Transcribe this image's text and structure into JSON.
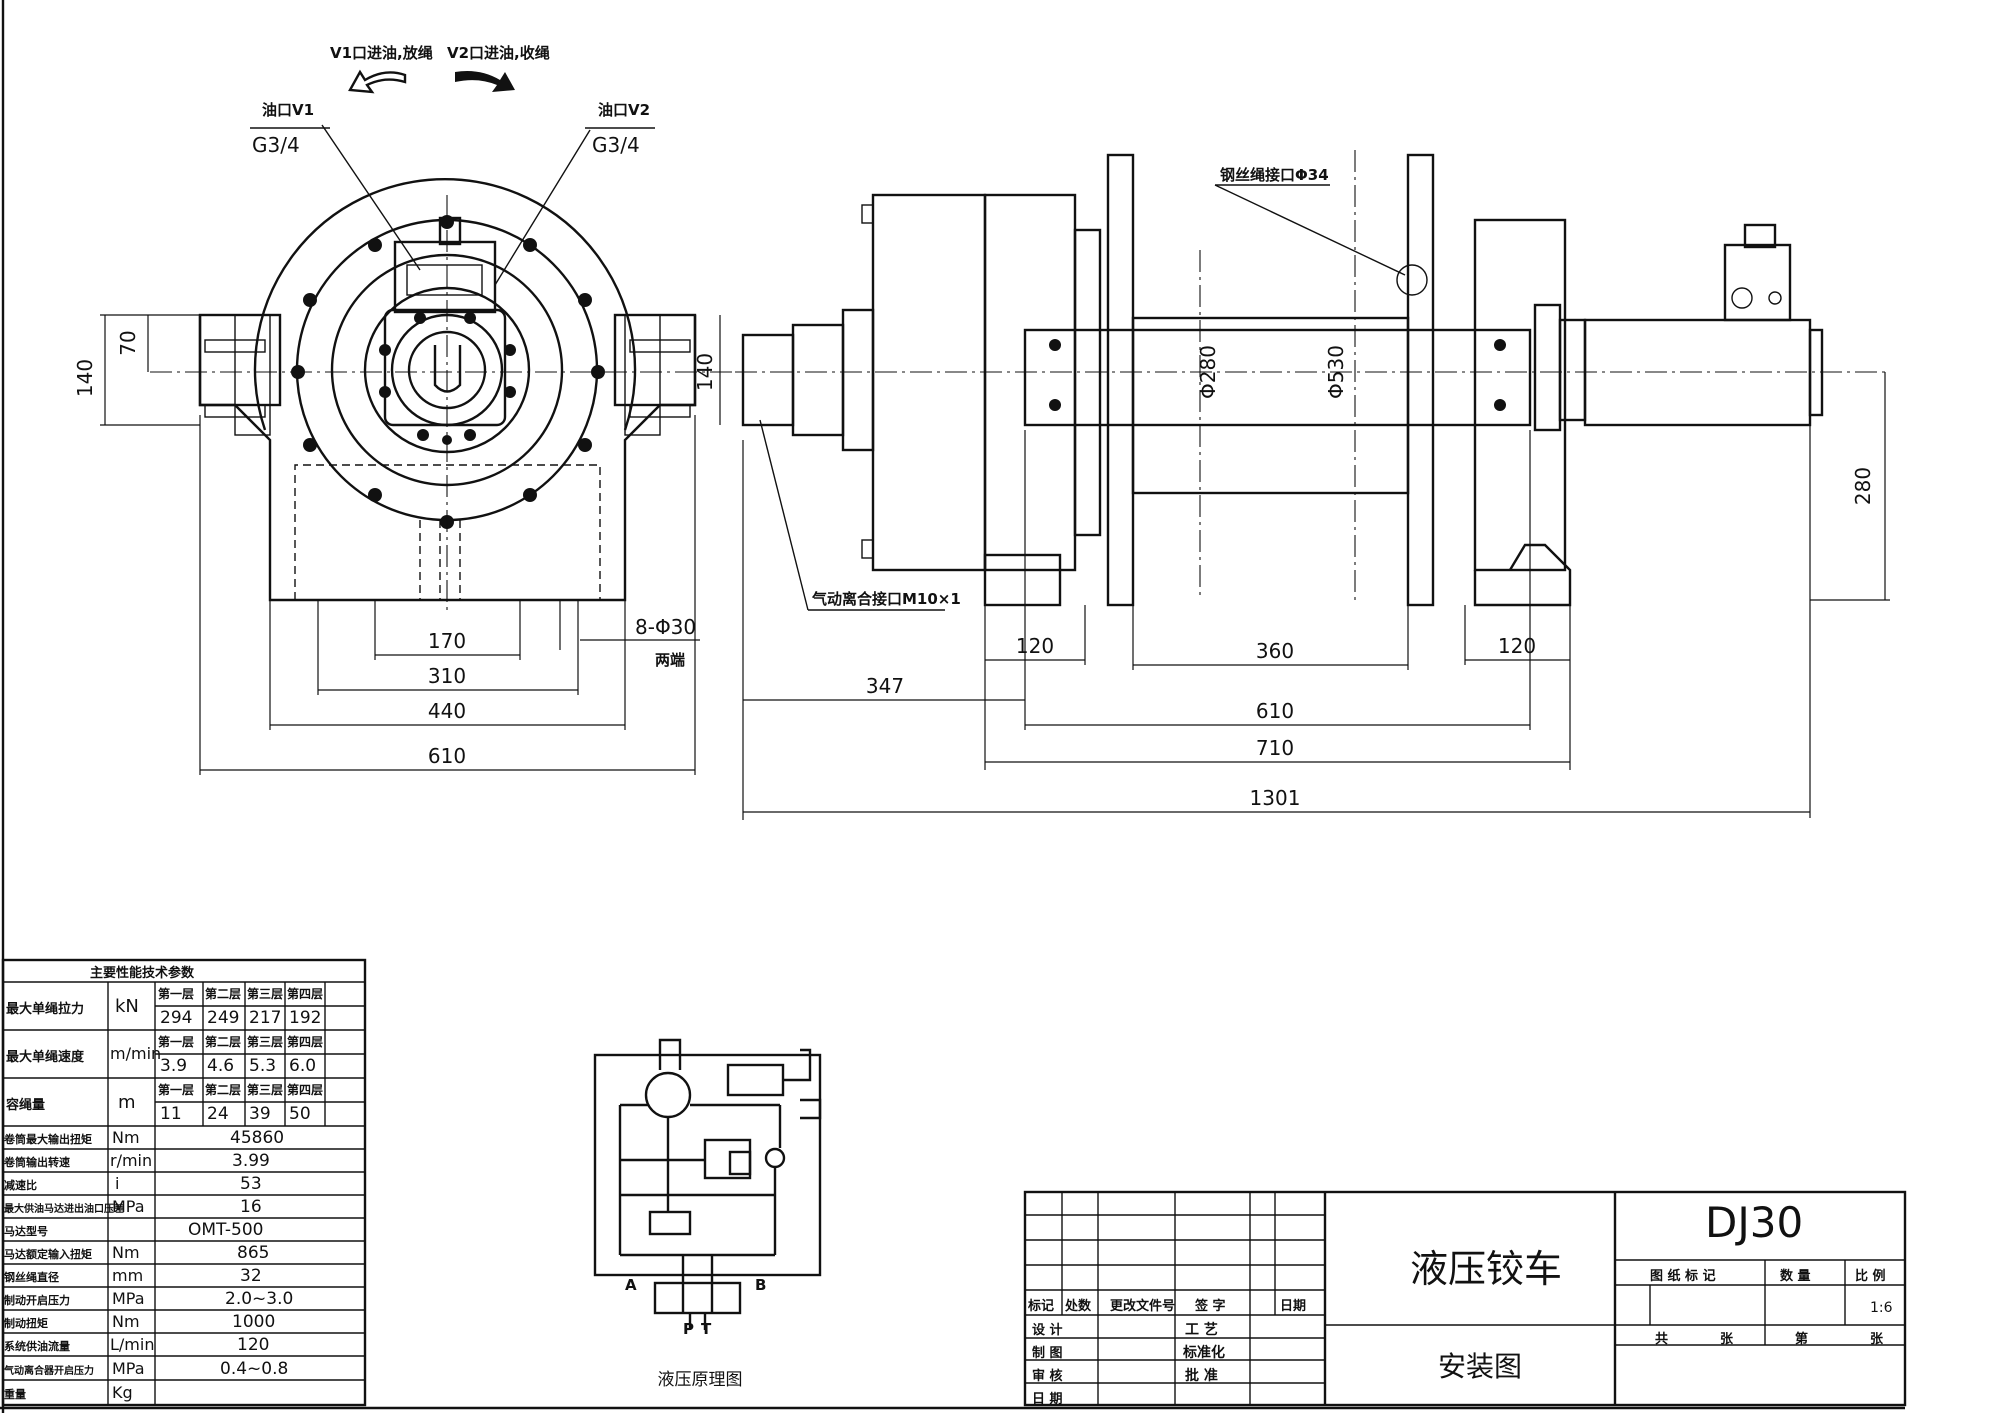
{
  "front_view": {
    "v1_arrow": "V1口进油,放绳",
    "v2_arrow": "V2口进油,收绳",
    "port_v1": "油口V1",
    "port_v1_thread": "G3/4",
    "port_v2": "油口V2",
    "port_v2_thread": "G3/4",
    "dim_140_left": "140",
    "dim_70": "70",
    "dim_140_right": "140",
    "dim_170": "170",
    "dim_310": "310",
    "dim_440": "440",
    "dim_610": "610",
    "bolt_holes": "8-Φ30",
    "bolt_holes_note": "两端"
  },
  "side_view": {
    "rope_hole": "钢丝绳接口Φ34",
    "dia_280": "Φ280",
    "dia_530": "Φ530",
    "dim_280_height": "280",
    "pneumatic_port": "气动离合接口M10×1",
    "dim_120_left": "120",
    "dim_360": "360",
    "dim_120_right": "120",
    "dim_347": "347",
    "dim_610": "610",
    "dim_710": "710",
    "dim_1301": "1301"
  },
  "spec_table": {
    "title": "主要性能技术参数",
    "layer_headers": [
      "第一层",
      "第二层",
      "第三层",
      "第四层"
    ],
    "rows_layered": [
      {
        "name": "最大单绳拉力",
        "unit": "kN",
        "values": [
          "294",
          "249",
          "217",
          "192"
        ]
      },
      {
        "name": "最大单绳速度",
        "unit": "m/min",
        "values": [
          "3.9",
          "4.6",
          "5.3",
          "6.0"
        ]
      },
      {
        "name": "容绳量",
        "unit": "m",
        "values": [
          "11",
          "24",
          "39",
          "50"
        ]
      }
    ],
    "rows_single": [
      {
        "name": "卷筒最大输出扭矩",
        "unit": "Nm",
        "value": "45860"
      },
      {
        "name": "卷筒输出转速",
        "unit": "r/min",
        "value": "3.99"
      },
      {
        "name": "减速比",
        "unit": "i",
        "value": "53"
      },
      {
        "name": "最大供油马达进出油口压差",
        "unit": "MPa",
        "value": "16"
      },
      {
        "name": "马达型号",
        "unit": "",
        "value": "OMT-500"
      },
      {
        "name": "马达额定输入扭矩",
        "unit": "Nm",
        "value": "865"
      },
      {
        "name": "钢丝绳直径",
        "unit": "mm",
        "value": "32"
      },
      {
        "name": "制动开启压力",
        "unit": "MPa",
        "value": "2.0~3.0"
      },
      {
        "name": "制动扭矩",
        "unit": "Nm",
        "value": "1000"
      },
      {
        "name": "系统供油流量",
        "unit": "L/min",
        "value": "120"
      },
      {
        "name": "气动离合器开启压力",
        "unit": "MPa",
        "value": "0.4~0.8"
      },
      {
        "name": "重量",
        "unit": "Kg",
        "value": ""
      }
    ]
  },
  "hydraulic": {
    "caption": "液压原理图",
    "port_a": "A",
    "port_b": "B",
    "port_p": "P",
    "port_t": "T"
  },
  "title_block": {
    "product_name": "液压铰车",
    "drawing_name": "安装图",
    "model": "DJ30",
    "rev_headers": [
      "标记",
      "处数",
      "更改文件号",
      "签 字",
      "日期"
    ],
    "sign_rows_left": [
      "设 计",
      "制 图",
      "审 核",
      "日 期"
    ],
    "sign_rows_right": [
      "工 艺",
      "标准化",
      "批 准"
    ],
    "drawing_mark": "图 纸 标 记",
    "quantity": "数 量",
    "scale_label": "比 例",
    "scale": "1:6",
    "total_sheets": "共",
    "sheets": "张",
    "sheet_no": "第",
    "sheet": "张"
  }
}
